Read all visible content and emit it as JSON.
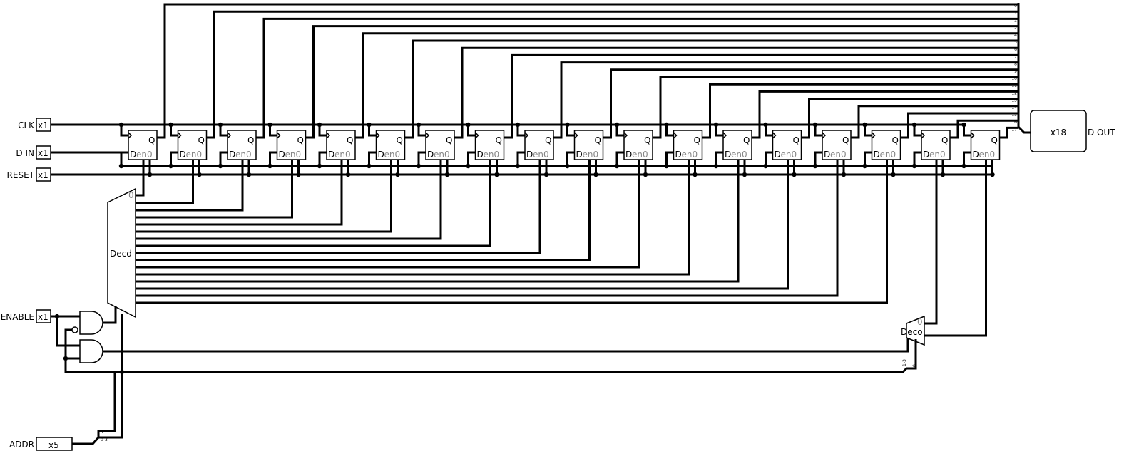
{
  "pins": {
    "clk": {
      "label": "CLK",
      "width": "x1"
    },
    "din": {
      "label": "D IN",
      "width": "x1"
    },
    "reset": {
      "label": "RESET",
      "width": "x1"
    },
    "enable": {
      "label": "ENABLE",
      "width": "x1"
    },
    "addr": {
      "label": "ADDR",
      "width": "x5"
    },
    "dout": {
      "label": "D OUT",
      "width": "x18"
    }
  },
  "flipflop": {
    "q_label": "Q",
    "d_label": "D",
    "en_label": "en",
    "sub_label": "0",
    "count": 18
  },
  "decoder_main": {
    "label": "Decd",
    "output0_label": "0"
  },
  "decoder_small": {
    "label": "Deco",
    "output0_label": "0"
  },
  "addr_splitter": {
    "labels": [
      "4",
      "0-3"
    ]
  },
  "small_splitter": {
    "labels": [
      "1-3",
      "0"
    ]
  },
  "output_bits": [
    "0",
    "1",
    "2",
    "3",
    "4",
    "5",
    "6",
    "7",
    "8",
    "9",
    "10",
    "11",
    "12",
    "13",
    "14",
    "15",
    "16",
    "17"
  ]
}
